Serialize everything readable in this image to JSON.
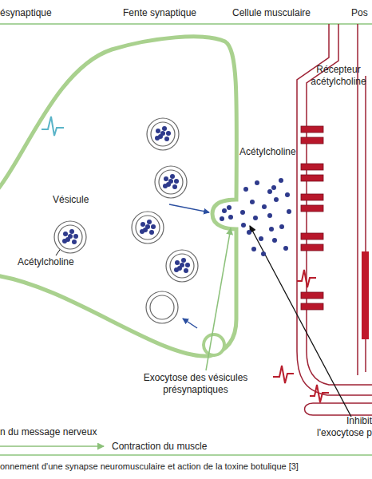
{
  "diagram": {
    "caption": "onnement d'une synapse neuromusculaire et action de la toxine botulique [3]",
    "labels": [
      "ésynaptique",
      "Fente synaptique",
      "Cellule musculaire",
      "Pos",
      "Récepteur acétylcholine",
      "Acétylcholine",
      "Vésicule",
      "Acétylcholine",
      "Exocytose des vésicules présynaptiques",
      "Inhibit l'exocytose p"
    ],
    "legend": [
      {
        "text": "n du message nerveux"
      },
      {
        "text": "Contraction du muscle"
      }
    ]
  }
}
